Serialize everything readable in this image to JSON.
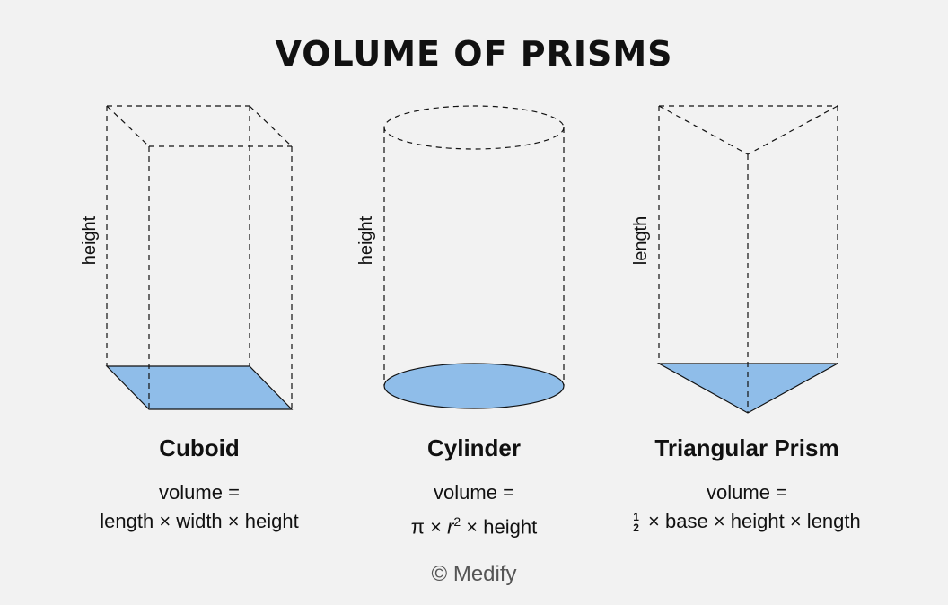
{
  "title": "VOLUME OF PRISMS",
  "colors": {
    "fill": "#8fbde9",
    "stroke": "#111111",
    "background": "#f2f2f2"
  },
  "shapes": [
    {
      "name": "Cuboid",
      "axis_label": "height",
      "formula_line1": "volume =",
      "formula_line2": "length × width × height"
    },
    {
      "name": "Cylinder",
      "axis_label": "height",
      "formula_line1": "volume =",
      "formula_pi": "π × ",
      "formula_r": "r",
      "formula_sq": "2",
      "formula_rest": " × height"
    },
    {
      "name": "Triangular Prism",
      "axis_label": "length",
      "formula_line1": "volume =",
      "frac_num": "1",
      "frac_den": "2",
      "formula_rest": " × base × height × length"
    }
  ],
  "copyright": "© Medify"
}
